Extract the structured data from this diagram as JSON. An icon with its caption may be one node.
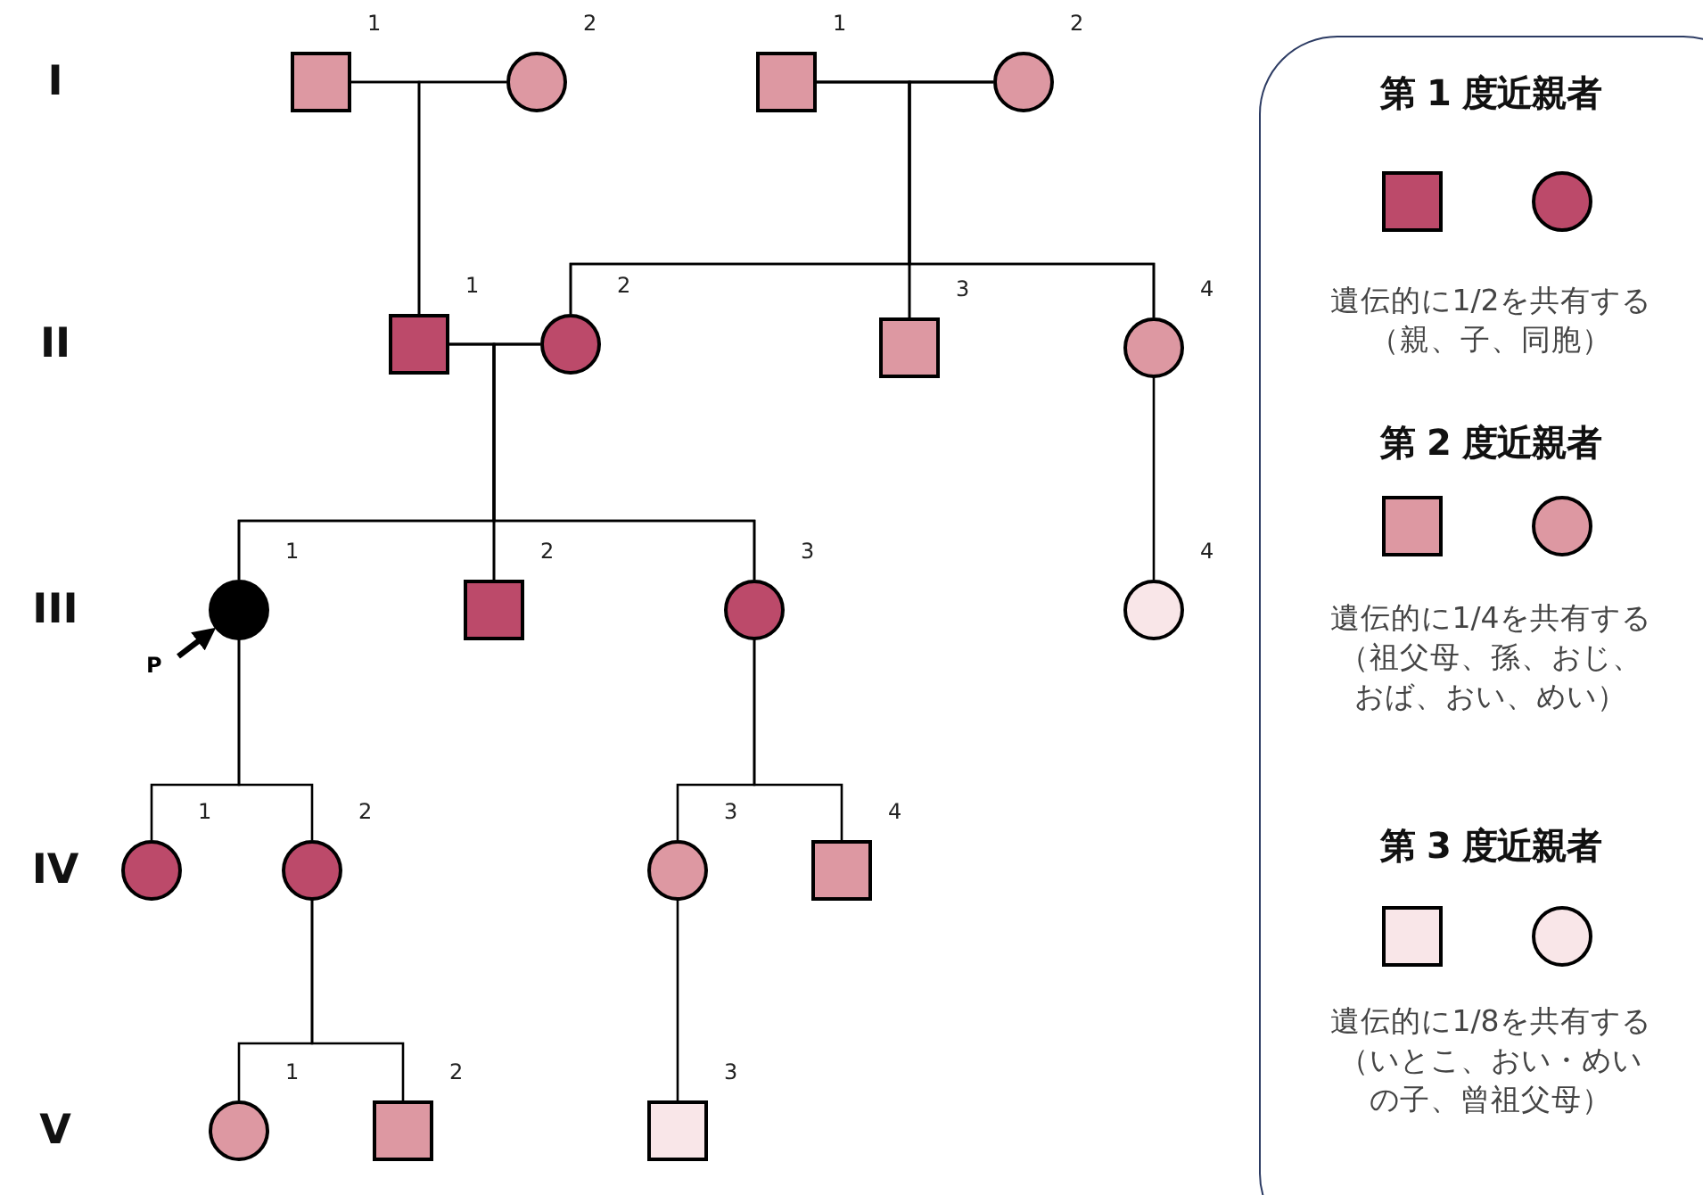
{
  "diagram": {
    "nodes": [
      {
        "text": [],
        "shape": "box",
        "beside": [
          "1"
        ]
      },
      {
        "text": [],
        "shape": "circle",
        "beside": [
          "2"
        ]
      },
      {
        "text": [],
        "shape": "box",
        "beside": [
          "1"
        ]
      },
      {
        "text": [],
        "shape": "circle",
        "beside": [
          "2"
        ]
      },
      {
        "text": [],
        "shape": "box",
        "beside": [
          "1"
        ]
      },
      {
        "text": [],
        "shape": "circle",
        "beside": [
          "2"
        ]
      },
      {
        "text": [],
        "shape": "box",
        "beside": [
          "3"
        ]
      },
      {
        "text": [],
        "shape": "circle",
        "beside": [
          "4"
        ]
      },
      {
        "text": [],
        "shape": "circle",
        "beside": [
          "1"
        ]
      },
      {
        "text": [],
        "shape": "box",
        "beside": [
          "2"
        ]
      },
      {
        "text": [],
        "shape": "circle",
        "beside": [
          "3"
        ]
      },
      {
        "text": [],
        "shape": "circle",
        "beside": [
          "4"
        ]
      },
      {
        "text": [],
        "shape": "circle",
        "beside": [
          "1"
        ]
      },
      {
        "text": [],
        "shape": "circle",
        "beside": [
          "2"
        ]
      },
      {
        "text": [],
        "shape": "circle",
        "beside": [
          "3"
        ]
      },
      {
        "text": [],
        "shape": "box",
        "beside": [
          "4"
        ]
      },
      {
        "text": [],
        "shape": "circle",
        "beside": [
          "1"
        ]
      },
      {
        "text": [],
        "shape": "box",
        "beside": [
          "2"
        ]
      },
      {
        "text": [],
        "shape": "box",
        "beside": [
          "3"
        ]
      },
      {
        "text": [
          "P"
        ]
      }
    ],
    "edges": [
      {
        "from": 0,
        "to": 1,
        "arrow": "none"
      },
      {
        "from": 2,
        "to": 3,
        "arrow": "none"
      },
      {
        "from": 4,
        "to": 5,
        "arrow": "none"
      },
      {
        "from": 0,
        "to": 4,
        "arrow": "none"
      },
      {
        "from": 1,
        "to": 4,
        "arrow": "none"
      },
      {
        "from": 2,
        "to": 5,
        "arrow": "none"
      },
      {
        "from": 3,
        "to": 5,
        "arrow": "none"
      },
      {
        "from": 2,
        "to": 6,
        "arrow": "none"
      },
      {
        "from": 3,
        "to": 6,
        "arrow": "none"
      },
      {
        "from": 2,
        "to": 7,
        "arrow": "none"
      },
      {
        "from": 3,
        "to": 7,
        "arrow": "none"
      },
      {
        "from": 4,
        "to": 8,
        "arrow": "none"
      },
      {
        "from": 5,
        "to": 8,
        "arrow": "none"
      },
      {
        "from": 4,
        "to": 9,
        "arrow": "none"
      },
      {
        "from": 5,
        "to": 9,
        "arrow": "none"
      },
      {
        "from": 4,
        "to": 10,
        "arrow": "none"
      },
      {
        "from": 5,
        "to": 10,
        "arrow": "none"
      },
      {
        "from": 7,
        "to": 11,
        "arrow": "none"
      },
      {
        "from": 8,
        "to": 12,
        "arrow": "none"
      },
      {
        "from": 8,
        "to": 13,
        "arrow": "none"
      },
      {
        "from": 10,
        "to": 14,
        "arrow": "none"
      },
      {
        "from": 10,
        "to": 15,
        "arrow": "none"
      },
      {
        "from": 13,
        "to": 16,
        "arrow": "none"
      },
      {
        "from": 13,
        "to": 17,
        "arrow": "none"
      },
      {
        "from": 14,
        "to": 18,
        "arrow": "none"
      },
      {
        "from": 19,
        "to": 8,
        "arrow": "to",
        "style": "thick"
      }
    ],
    "labels": [
      "I",
      "II",
      "III",
      "IV",
      "V",
      "遺伝的に1/2を共有する（親、子、同胞）",
      "遺伝的に1/4を共有する（祖父母、孫、おじ、おば、おい、めい）",
      "遺伝的に1/8を共有する（いとこ、おい・めいの子、曾祖父母）"
    ],
    "legend": [
      {
        "text": "第 1 度近親者",
        "color": "#bc4a6a"
      },
      {
        "text": "第 2 度近親者",
        "color": "#dd98a2"
      },
      {
        "text": "第 3 度近親者",
        "color": "#f9e6e8"
      }
    ]
  }
}
